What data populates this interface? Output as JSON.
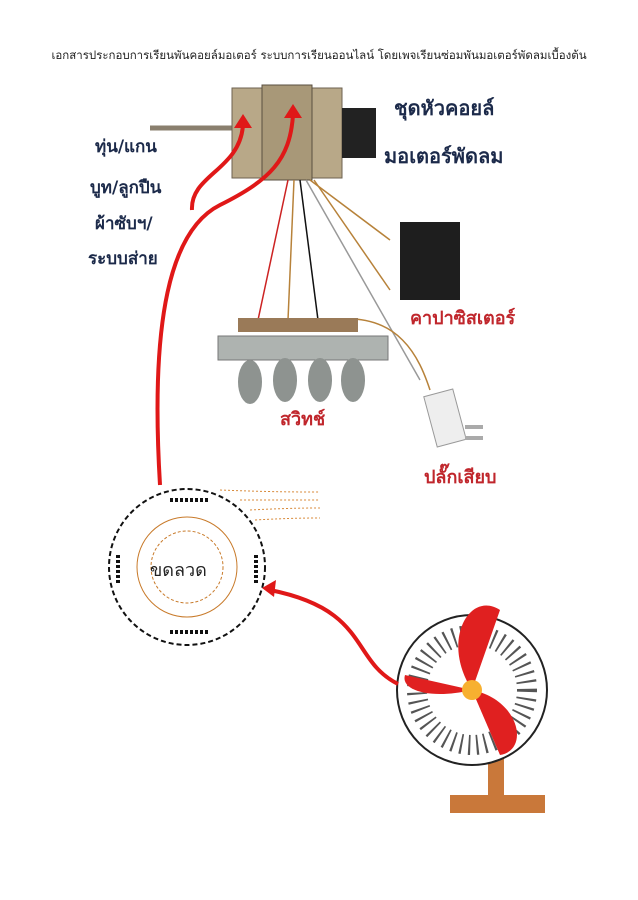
{
  "title": "เอกสารประกอบการเรียนพันคอยล์มอเตอร์ ระบบการเรียนออนไลน์ โดยเพจเรียนซ่อมพันมอเตอร์พัดลมเบื้องต้น",
  "labels": {
    "armature": "ทุ่น/แกน",
    "bushing": "บูท/ลูกปืน",
    "felt": "ผ้าซับฯ/",
    "oscillation": "ระบบส่าย",
    "motor_line1": "ชุดหัวคอยล์",
    "motor_line2": "มอเตอร์พัดลม",
    "capacitor": "คาปาซิสเตอร์",
    "switch": "สวิทช์",
    "plug": "ปลั๊กเสียบ",
    "coil": "ขดลวด"
  },
  "colors": {
    "arrow": "#e01818",
    "label": "#1c2a4a",
    "accent_red": "#c0262c"
  }
}
